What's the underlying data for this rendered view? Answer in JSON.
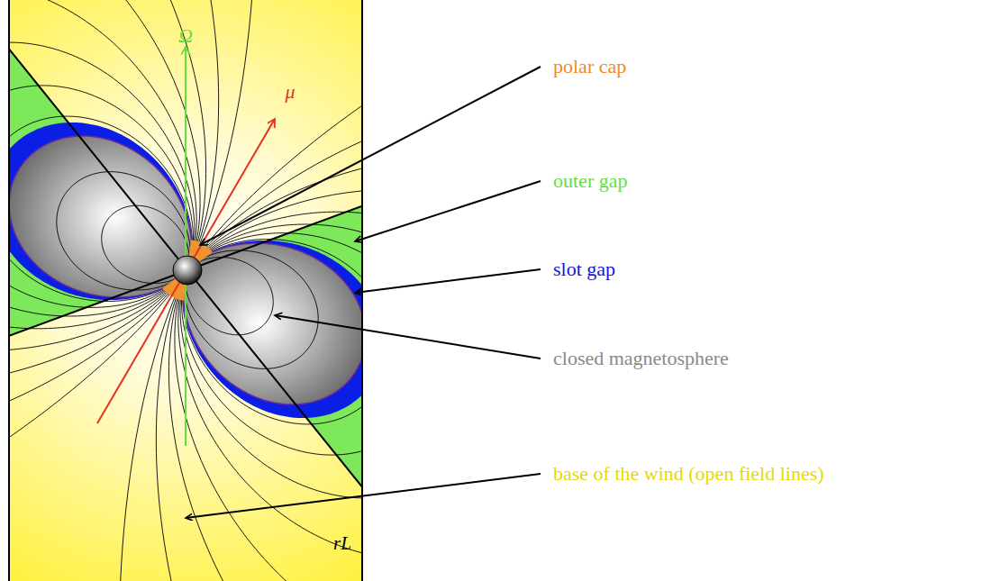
{
  "diagram": {
    "labels": [
      "Ω",
      "μ",
      "polar cap",
      "outer gap",
      "slot gap",
      "closed magnetosphere",
      "base of the wind (open field lines)",
      "rL"
    ]
  }
}
